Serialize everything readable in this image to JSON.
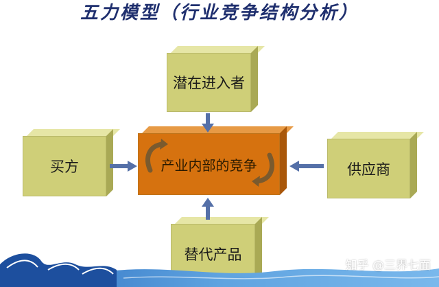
{
  "title": "五力模型（行业竞争结构分析）",
  "nodes": {
    "top": "潜在进入者",
    "left": "买方",
    "center": "产业内部的竞争",
    "right": "供应商",
    "bottom": "替代产品"
  },
  "watermark": "知乎 @三界七面",
  "colors": {
    "box_face": "#cfcf78",
    "center_face": "#d6720f",
    "arrow": "#5570a8",
    "title": "#1f2f6e"
  }
}
